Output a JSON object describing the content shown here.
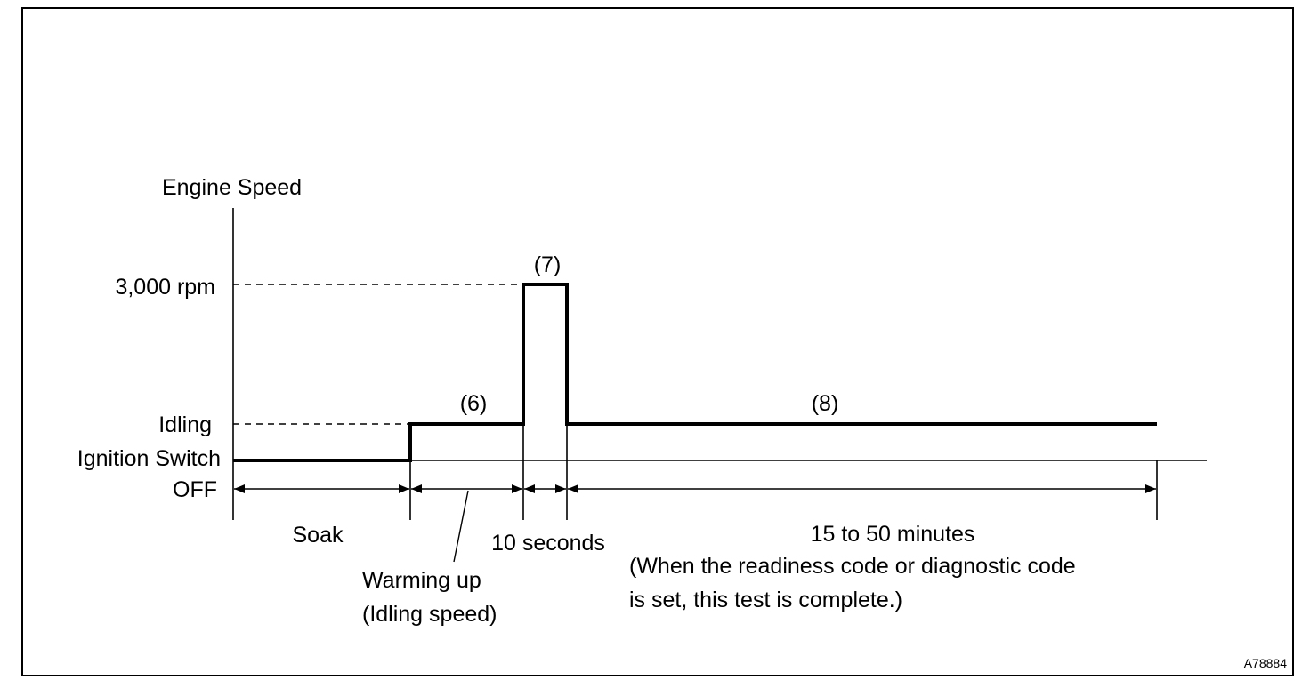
{
  "y_axis": {
    "title": "Engine Speed",
    "levels": {
      "high": "3,000 rpm",
      "idle": "Idling",
      "ignition": "Ignition Switch",
      "off": "OFF"
    }
  },
  "step_labels": {
    "step6": "(6)",
    "step7": "(7)",
    "step8": "(8)"
  },
  "phases": {
    "soak": "Soak",
    "warming_line1": "Warming up",
    "warming_line2": "(Idling speed)",
    "ten_seconds": "10 seconds",
    "drive_duration": "15 to 50 minutes",
    "drive_note_line1": "(When the readiness code or diagnostic code",
    "drive_note_line2": "is set, this test is complete.)"
  },
  "figure_code": "A78884",
  "colors": {
    "line": "#000000",
    "background": "#ffffff"
  }
}
